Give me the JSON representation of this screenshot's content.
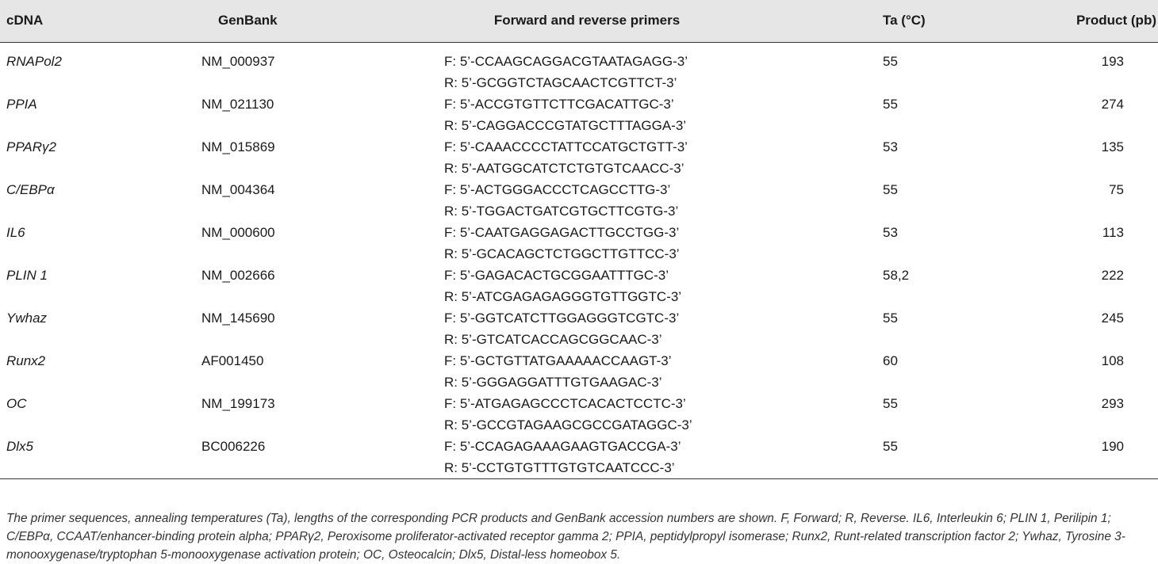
{
  "table": {
    "headers": {
      "cdna": "cDNA",
      "genbank": "GenBank",
      "primers": "Forward and reverse primers",
      "ta": "Ta (°C)",
      "product": "Product (pb)"
    },
    "rows": [
      {
        "cdna": "RNAPol2",
        "genbank": "NM_000937",
        "forward": "F: 5’-CCAAGCAGGACGTAATAGAGG-3’",
        "reverse": "R: 5’-GCGGTCTAGCAACTCGTTCT-3’",
        "ta": "55",
        "product": "193"
      },
      {
        "cdna": "PPIA",
        "genbank": "NM_021130",
        "forward": "F: 5’-ACCGTGTTCTTCGACATTGC-3’",
        "reverse": "R: 5’-CAGGACCCGTATGCTTTAGGA-3’",
        "ta": "55",
        "product": "274"
      },
      {
        "cdna": "PPARγ2",
        "genbank": "NM_015869",
        "forward": "F: 5’-CAAACCCCTATTCCATGCTGTT-3’",
        "reverse": "R: 5’-AATGGCATCTCTGTGTCAACC-3’",
        "ta": "53",
        "product": "135"
      },
      {
        "cdna": "C/EBPα",
        "genbank": "NM_004364",
        "forward": "F: 5’-ACTGGGACCCTCAGCCTTG-3’",
        "reverse": "R: 5’-TGGACTGATCGTGCTTCGTG-3’",
        "ta": "55",
        "product": "75"
      },
      {
        "cdna": "IL6",
        "genbank": "NM_000600",
        "forward": "F: 5’-CAATGAGGAGACTTGCCTGG-3’",
        "reverse": "R: 5’-GCACAGCTCTGGCTTGTTCC-3’",
        "ta": "53",
        "product": "113"
      },
      {
        "cdna": "PLIN 1",
        "genbank": "NM_002666",
        "forward": "F: 5’-GAGACACTGCGGAATTTGC-3’",
        "reverse": "R: 5’-ATCGAGAGAGGGTGTTGGTC-3’",
        "ta": "58,2",
        "product": "222"
      },
      {
        "cdna": "Ywhaz",
        "genbank": "NM_145690",
        "forward": "F: 5’-GGTCATCTTGGAGGGTCGTC-3’",
        "reverse": "R: 5’-GTCATCACCAGCGGCAAC-3’",
        "ta": "55",
        "product": "245"
      },
      {
        "cdna": "Runx2",
        "genbank": "AF001450",
        "forward": "F: 5’-GCTGTTATGAAAAACCAAGT-3’",
        "reverse": "R: 5’-GGGAGGATTTGTGAAGAC-3’",
        "ta": "60",
        "product": "108"
      },
      {
        "cdna": "OC",
        "genbank": "NM_199173",
        "forward": "F: 5’-ATGAGAGCCCTCACACTCCTC-3’",
        "reverse": "R: 5’-GCCGTAGAAGCGCCGATAGGC-3’",
        "ta": "55",
        "product": "293"
      },
      {
        "cdna": "Dlx5",
        "genbank": "BC006226",
        "forward": "F: 5’-CCAGAGAAAGAAGTGACCGA-3’",
        "reverse": "R: 5’-CCTGTGTTTGTGTCAATCCC-3’",
        "ta": "55",
        "product": "190"
      }
    ]
  },
  "caption": "The primer sequences, annealing temperatures (Ta), lengths of the corresponding PCR products and GenBank accession numbers are shown. F, Forward; R, Reverse. IL6, Interleukin 6; PLIN 1, Perilipin 1; C/EBPα, CCAAT/enhancer-binding protein alpha; PPARγ2, Peroxisome proliferator-activated receptor gamma 2; PPIA, peptidylpropyl isomerase; Runx2, Runt-related transcription factor 2; Ywhaz, Tyrosine 3-monooxygenase/tryptophan 5-monooxygenase activation protein; OC, Osteocalcin; Dlx5, Distal-less homeobox 5."
}
